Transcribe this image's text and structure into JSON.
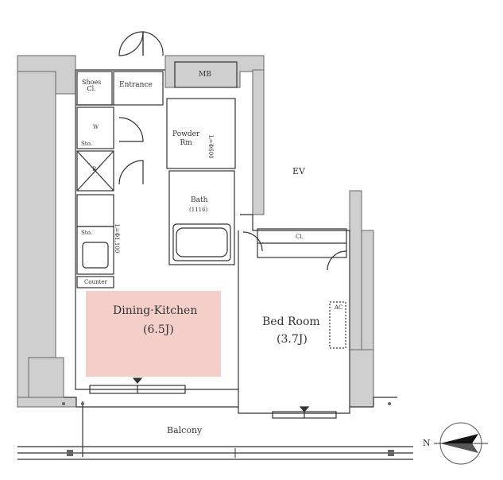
{
  "colors": {
    "wall": "#cfcfcf",
    "wall_outline": "#555555",
    "line": "#333333",
    "dining_fill": "#f4cfc9",
    "background": "#ffffff"
  },
  "rooms": {
    "entrance": "Entrance",
    "mb": "MB",
    "shoes_cl": "Shoes\nCl.",
    "powder_rm": "Powder\nRm",
    "ev": "EV",
    "bath": "Bath",
    "bath_size": "(1116)",
    "cl": "Cl.",
    "dining_kitchen": "Dining·Kitchen",
    "dining_size": "(6.5J)",
    "bed_room": "Bed Room",
    "bed_size": "(3.7J)",
    "balcony": "Balcony",
    "counter": "Counter",
    "wm": "W",
    "sto1": "Sto.",
    "sto2": "Sto.",
    "r": "R",
    "dim1": "L=Φ1,100",
    "dim2": "L=Φ600",
    "ac": "AC"
  },
  "compass": {
    "north": "N"
  }
}
